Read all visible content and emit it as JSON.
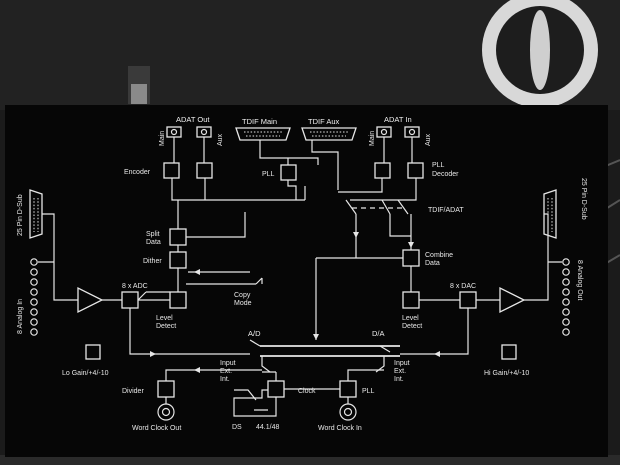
{
  "labels": {
    "adat_out": "ADAT Out",
    "main_left": "Main",
    "aux_left": "Aux",
    "tdif_main": "TDIF Main",
    "tdif_aux": "TDIF Aux",
    "adat_in": "ADAT In",
    "main_right": "Main",
    "aux_right": "Aux",
    "encoder": "Encoder",
    "pll_top": "PLL",
    "pll_decoder_1": "PLL",
    "pll_decoder_2": "Decoder",
    "tdif_adat": "TDIF/ADAT",
    "dsub_left": "25 Pin D-Sub",
    "dsub_right": "25 Pin D-Sub",
    "split_1": "Split",
    "split_2": "Data",
    "combine_1": "Combine",
    "combine_2": "Data",
    "dither": "Dither",
    "analog_in": "8 Analog In",
    "analog_out": "8 Analog Out",
    "adc": "8 x ADC",
    "dac": "8 x DAC",
    "copy_1": "Copy",
    "copy_2": "Mode",
    "level_left_1": "Level",
    "level_left_2": "Detect",
    "level_right_1": "Level",
    "level_right_2": "Detect",
    "ad": "A/D",
    "da": "D/A",
    "lo_gain": "Lo Gain/+4/-10",
    "hi_gain": "Hi Gain/+4/-10",
    "input_ext_int_left_1": "Input",
    "input_ext_int_left_2": "Ext.",
    "input_ext_int_left_3": "Int.",
    "input_ext_int_right_1": "Input",
    "input_ext_int_right_2": "Ext.",
    "input_ext_int_right_3": "Int.",
    "divider": "Divider",
    "clock": "Clock",
    "pll_bottom": "PLL",
    "word_clock_out": "Word Clock Out",
    "ds": "DS",
    "rate": "44.1/48",
    "word_clock_in": "Word Clock In"
  },
  "colors": {
    "panel": "#060606",
    "line": "#e6e6e6",
    "background": "#1b1b1b"
  }
}
